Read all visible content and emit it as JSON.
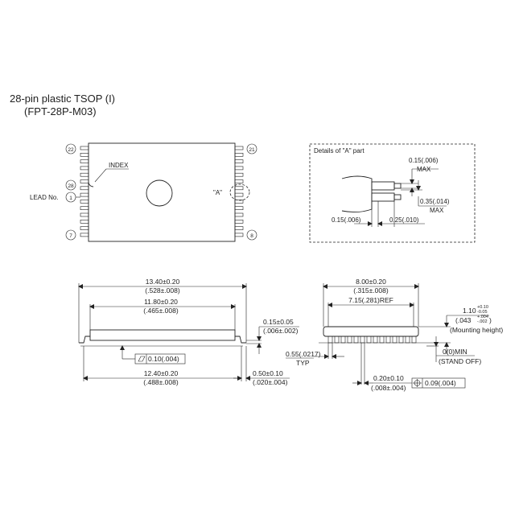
{
  "title": {
    "line1": "28-pin plastic TSOP (I)",
    "line2": "(FPT-28P-M03)"
  },
  "top_view": {
    "pin_22": "22",
    "pin_21": "21",
    "pin_28": "28",
    "pin_1": "1",
    "pin_7": "7",
    "pin_8": "8",
    "index_label": "INDEX",
    "lead_no_label": "LEAD No.",
    "detail_callout": "\"A\""
  },
  "detail": {
    "title": "Details of \"A\" part",
    "dim_015_top": "0.15(.006)",
    "max_1": "MAX",
    "dim_035": "0.35(.014)",
    "max_2": "MAX",
    "dim_015_bottom": "0.15(.006)",
    "dim_025": "0.25(.010)"
  },
  "side_view": {
    "dim_1340": "13.40±0.20",
    "dim_1340_in": "(.528±.008)",
    "dim_1180": "11.80±0.20",
    "dim_1180_in": "(.465±.008)",
    "dim_015": "0.15±0.05",
    "dim_015_in": "(.006±.002)",
    "flatness": "0.10(.004)",
    "dim_1240": "12.40±0.20",
    "dim_1240_in": "(.488±.008)",
    "dim_050": "0.50±0.10",
    "dim_050_in": "(.020±.004)"
  },
  "end_view": {
    "dim_800": "8.00±0.20",
    "dim_800_in": "(.315±.008)",
    "dim_715": "7.15(.281)REF",
    "dim_110": "1.10",
    "dim_110_tol_plus": "+0.10",
    "dim_110_tol_minus": "-0.05",
    "dim_043_open": "(.043",
    "dim_043_tol_plus": "+.004",
    "dim_043_tol_minus": "-.002",
    "dim_043_close": ")",
    "mounting_height": "(Mounting height)",
    "dim_0min": "0(0)MIN",
    "stand_off": "(STAND OFF)",
    "dim_055": "0.55(.0217)",
    "typ": "TYP",
    "dim_020": "0.20±0.10",
    "dim_020_in": "(.008±.004)",
    "position_tol": "0.09(.004)"
  }
}
